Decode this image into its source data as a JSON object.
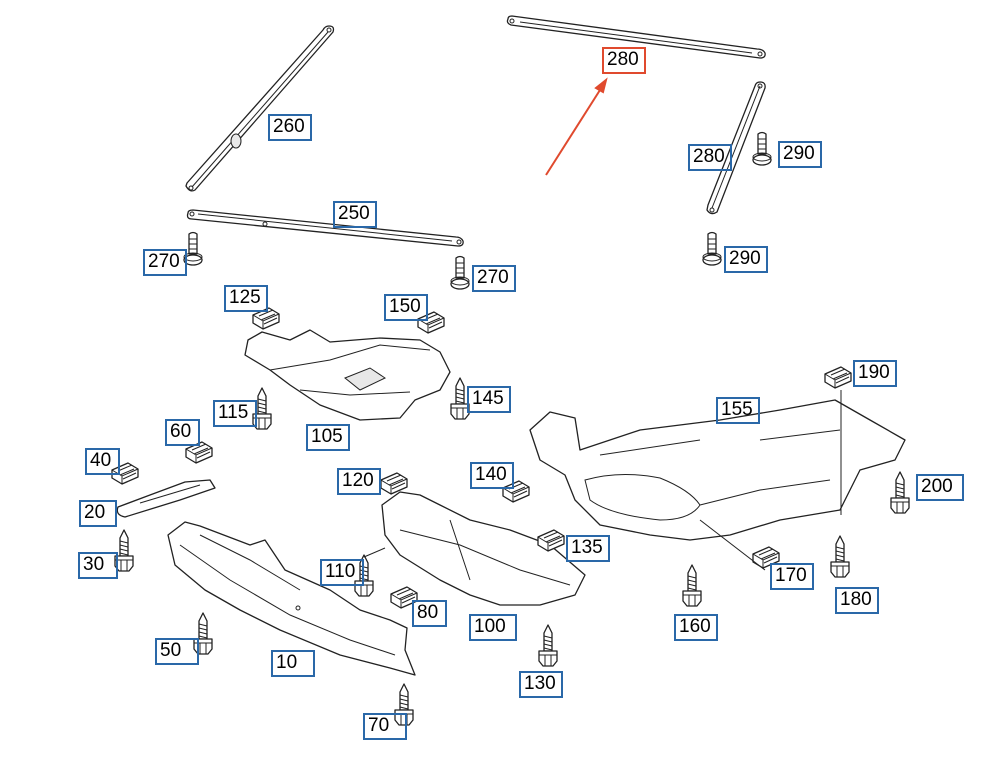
{
  "diagram": {
    "title": "Underbody panel / engine splash shield exploded parts diagram",
    "highlight_color": "#e04a2e",
    "callout_color": "#2a68a8",
    "highlighted_part": "280",
    "callouts": [
      {
        "id": "c280a",
        "label": "280",
        "highlighted": true
      },
      {
        "id": "c260",
        "label": "260"
      },
      {
        "id": "c280b",
        "label": "280"
      },
      {
        "id": "c290a",
        "label": "290"
      },
      {
        "id": "c250",
        "label": "250"
      },
      {
        "id": "c270a",
        "label": "270"
      },
      {
        "id": "c270b",
        "label": "270"
      },
      {
        "id": "c290b",
        "label": "290"
      },
      {
        "id": "c125",
        "label": "125"
      },
      {
        "id": "c150",
        "label": "150"
      },
      {
        "id": "c190",
        "label": "190"
      },
      {
        "id": "c145",
        "label": "145"
      },
      {
        "id": "c115",
        "label": "115"
      },
      {
        "id": "c155",
        "label": "155"
      },
      {
        "id": "c60",
        "label": "60"
      },
      {
        "id": "c105",
        "label": "105"
      },
      {
        "id": "c40",
        "label": "40"
      },
      {
        "id": "c120",
        "label": "120"
      },
      {
        "id": "c140",
        "label": "140"
      },
      {
        "id": "c200",
        "label": "200"
      },
      {
        "id": "c20",
        "label": "20"
      },
      {
        "id": "c135",
        "label": "135"
      },
      {
        "id": "c30",
        "label": "30"
      },
      {
        "id": "c110",
        "label": "110"
      },
      {
        "id": "c170",
        "label": "170"
      },
      {
        "id": "c80",
        "label": "80"
      },
      {
        "id": "c100",
        "label": "100"
      },
      {
        "id": "c160",
        "label": "160"
      },
      {
        "id": "c180",
        "label": "180"
      },
      {
        "id": "c50",
        "label": "50"
      },
      {
        "id": "c10",
        "label": "10"
      },
      {
        "id": "c130",
        "label": "130"
      },
      {
        "id": "c70",
        "label": "70"
      }
    ]
  }
}
